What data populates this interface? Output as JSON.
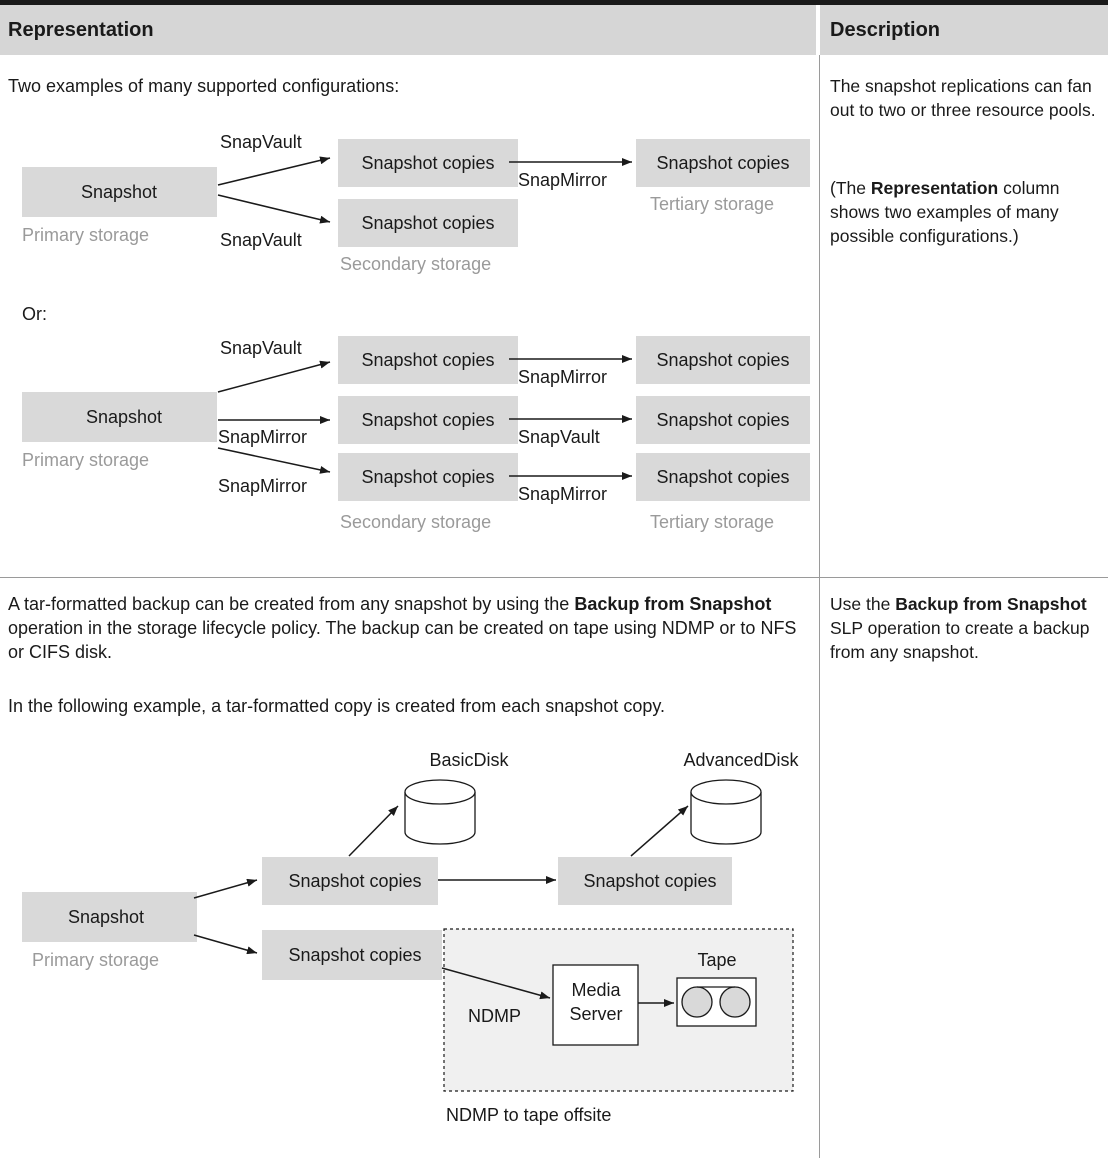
{
  "header": {
    "representation": "Representation",
    "description": "Description"
  },
  "row1": {
    "intro": "Two examples of many supported configurations:",
    "or_label": "Or:",
    "example1": {
      "primary_box": "Snapshot",
      "primary_caption": "Primary storage",
      "arrow_top": "SnapVault",
      "arrow_bottom": "SnapVault",
      "copy_top": "Snapshot copies",
      "copy_bottom": "Snapshot copies",
      "mid_arrow": "SnapMirror",
      "tertiary_box": "Snapshot copies",
      "tertiary_caption": "Tertiary storage",
      "secondary_caption": "Secondary storage"
    },
    "example2": {
      "primary_box": "Snapshot",
      "primary_caption": "Primary storage",
      "arrow_1": "SnapVault",
      "arrow_2": "SnapMirror",
      "arrow_3": "SnapMirror",
      "copy_1": "Snapshot copies",
      "copy_2": "Snapshot copies",
      "copy_3": "Snapshot copies",
      "mid_1": "SnapMirror",
      "mid_2": "SnapVault",
      "mid_3": "SnapMirror",
      "ter_1": "Snapshot copies",
      "ter_2": "Snapshot copies",
      "ter_3": "Snapshot copies",
      "secondary_caption": "Secondary storage",
      "tertiary_caption": "Tertiary storage"
    },
    "desc_p1": "The snapshot replications can fan out to two or three resource pools.",
    "desc_p2_before": "(The ",
    "desc_p2_bold": "Representation",
    "desc_p2_after": " column shows two examples of many possible configurations.)"
  },
  "row2": {
    "p1_before": "A tar-formatted backup can be created from any snapshot by using the ",
    "p1_bold": "Backup from Snapshot",
    "p1_after": " operation in the storage lifecycle policy. The backup can be created on tape using NDMP or to NFS or CIFS disk.",
    "p2": "In the following example, a tar-formatted copy is created from each snapshot copy.",
    "diagram": {
      "basic_disk": "BasicDisk",
      "advanced_disk": "AdvancedDisk",
      "copy_a": "Snapshot copies",
      "copy_b": "Snapshot copies",
      "copy_c": "Snapshot copies",
      "primary_box": "Snapshot",
      "primary_caption": "Primary storage",
      "tape": "Tape",
      "media_line1": "Media",
      "media_line2": "Server",
      "ndmp": "NDMP",
      "offsite": "NDMP to tape offsite"
    },
    "desc_before": "Use the ",
    "desc_bold": "Backup from Snapshot",
    "desc_after": " SLP operation to create a backup from any snapshot."
  }
}
